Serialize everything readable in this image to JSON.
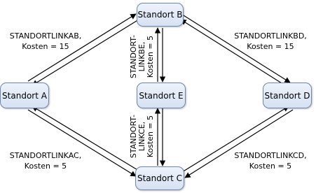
{
  "nodes": {
    "a": "Standort A",
    "b": "Standort B",
    "c": "Standort C",
    "d": "Standort D",
    "e": "Standort E"
  },
  "links": {
    "ab": {
      "name": "STANDORTLINKAB,",
      "cost": "Kosten = 15"
    },
    "bd": {
      "name": "STANDORTLINKBD,",
      "cost": "Kosten = 15"
    },
    "ac": {
      "name": "STANDORTLINKAC,",
      "cost": "Kosten = 5"
    },
    "cd": {
      "name": "STANDORTLINKCD,",
      "cost": "Kosten = 5"
    },
    "be": {
      "line1": "STANDORT-",
      "line2": "LINKBE,",
      "line3": "Kosten = 5"
    },
    "ce": {
      "line1": "STANDORT-",
      "line2": "LINKCE,",
      "line3": "Kosten = 5"
    }
  },
  "colors": {
    "node_fill": "#dde6f4",
    "node_border": "#6f86aa",
    "line": "#000000"
  }
}
